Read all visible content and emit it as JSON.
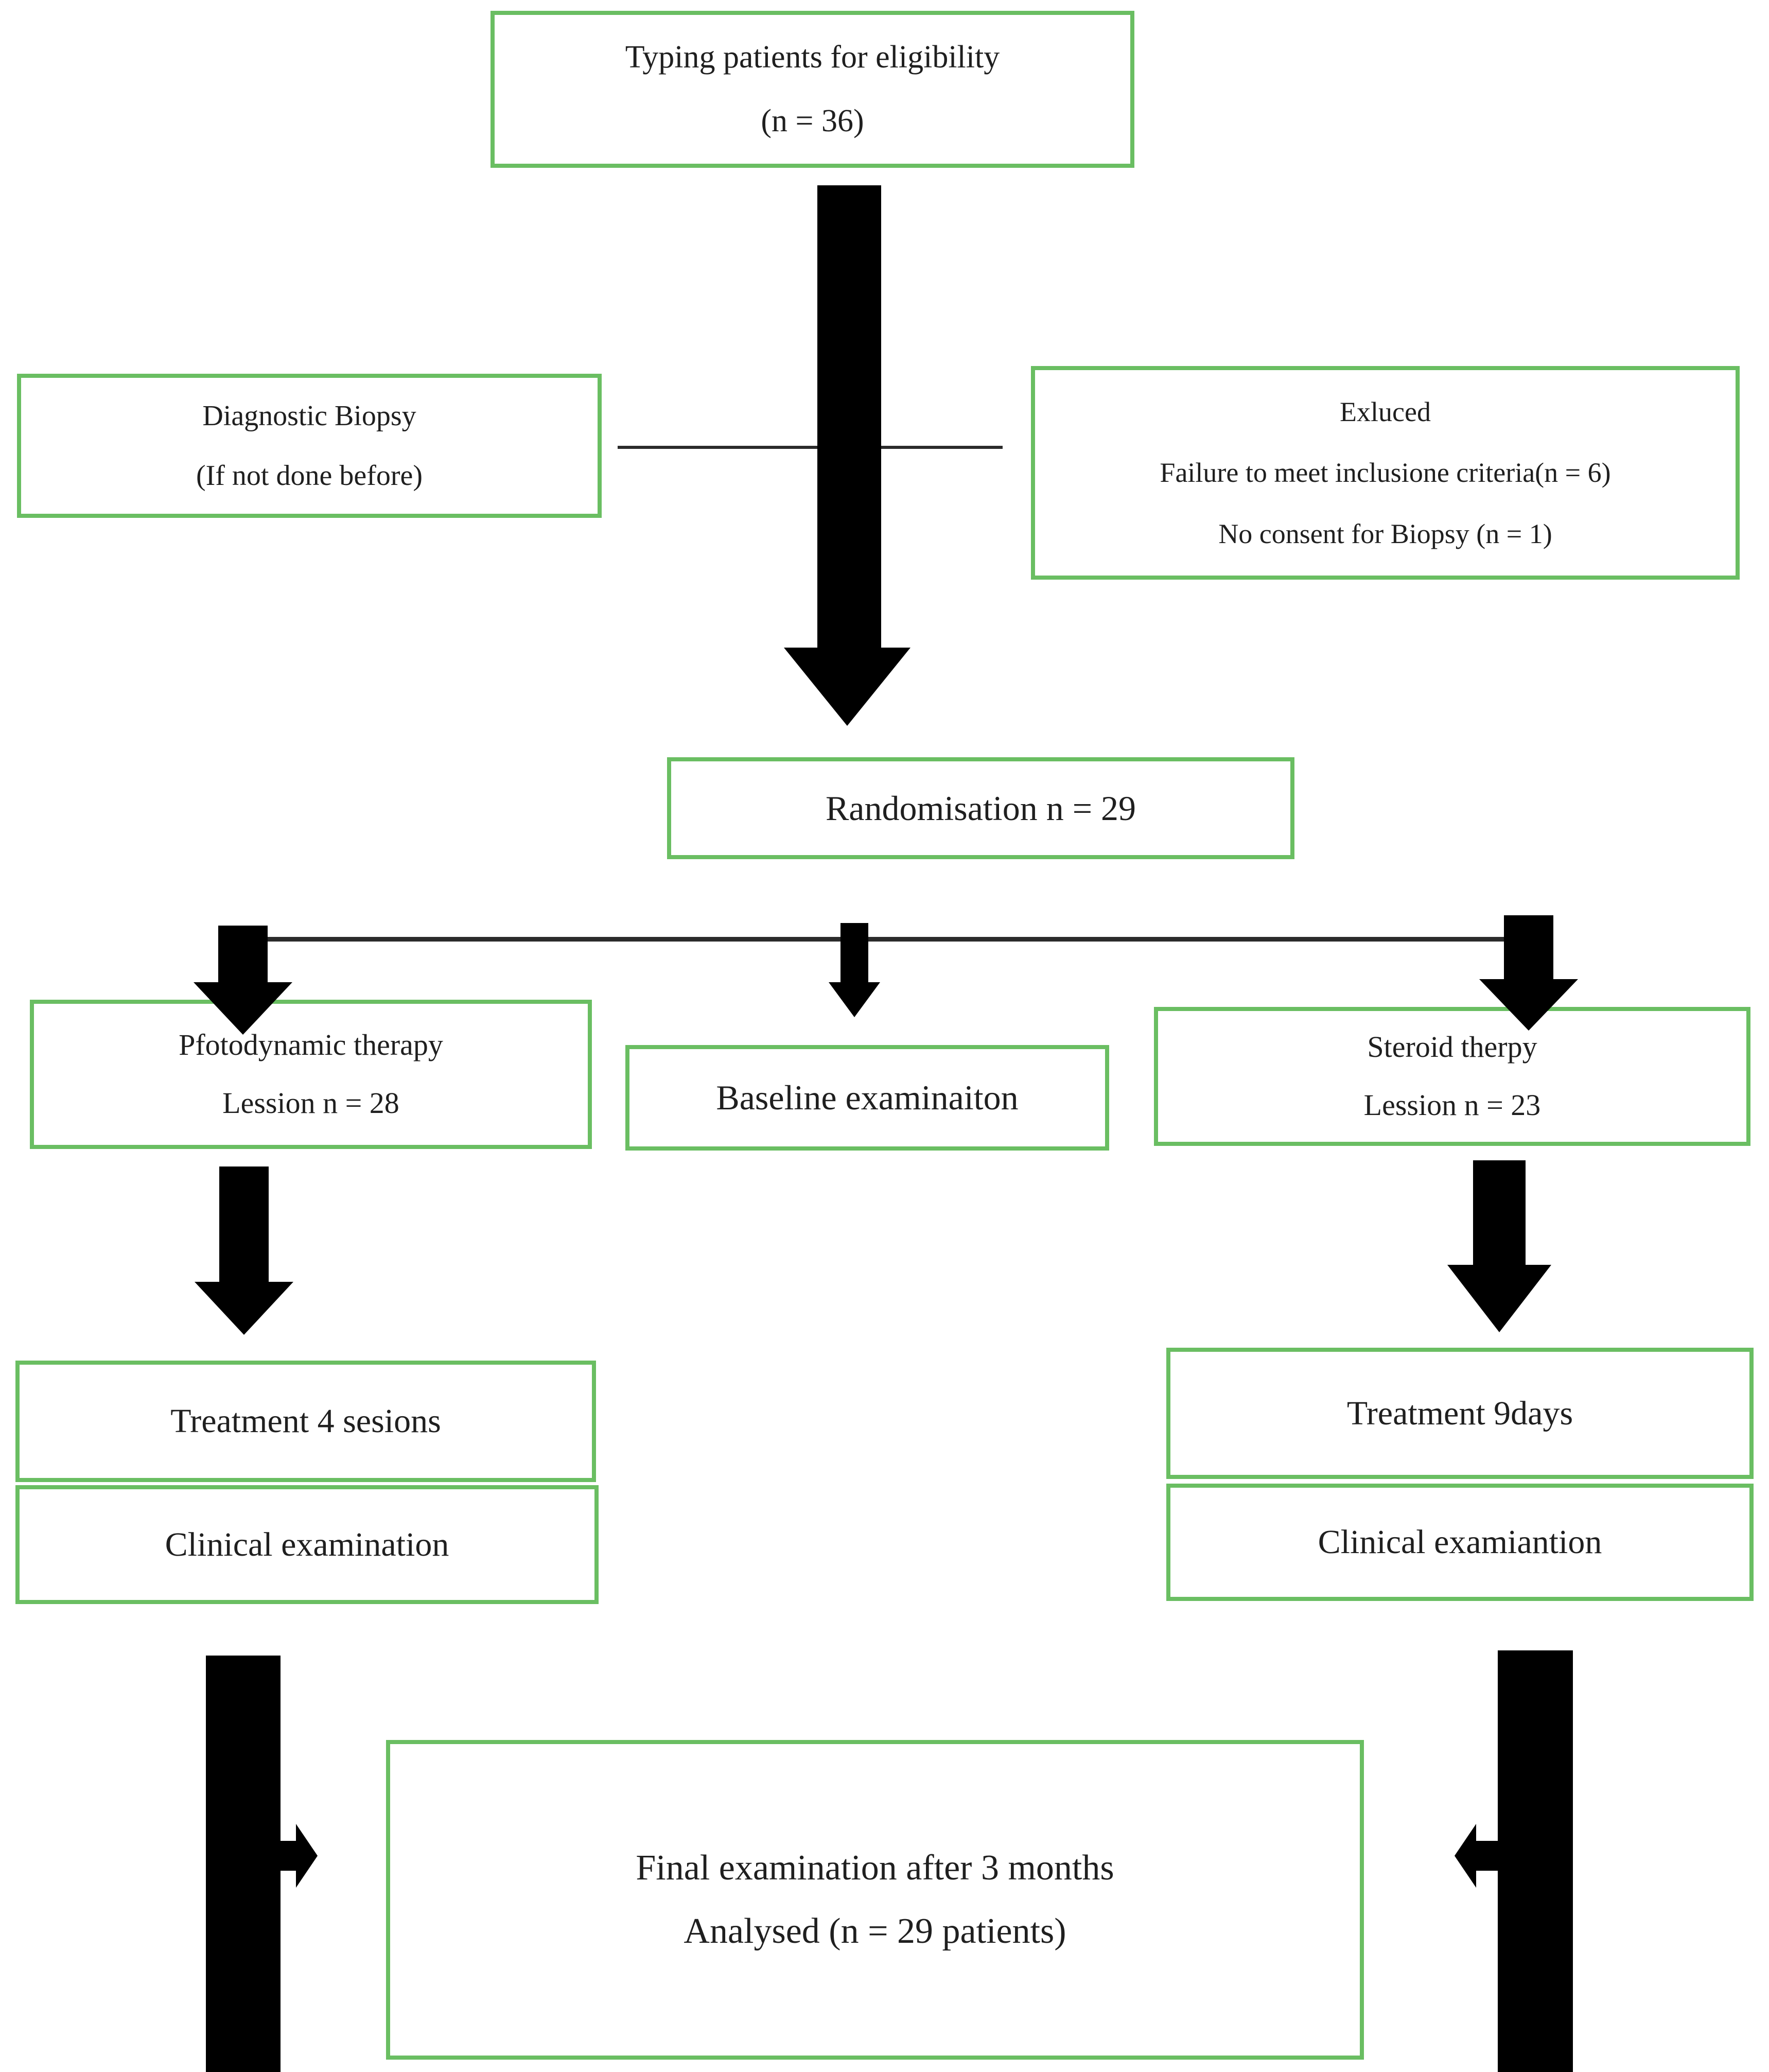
{
  "diagram": {
    "colors": {
      "box_border": "#6abe62",
      "arrow": "#000000",
      "line": "#2b2b2b",
      "text": "#1f1f1f",
      "background": "#ffffff"
    },
    "boxes": {
      "eligibility": {
        "line1": "Typing patients for eligibility",
        "line2": "(n = 36)"
      },
      "biopsy": {
        "line1": "Diagnostic Biopsy",
        "line2": "(If not done before)"
      },
      "excluded": {
        "line1": "Exluced",
        "line2": "Failure to meet inclusione criteria(n = 6)",
        "line3": "No consent for Biopsy (n = 1)"
      },
      "randomisation": {
        "line1": "Randomisation n = 29"
      },
      "photodynamic": {
        "line1": "Pfotodynamic therapy",
        "line2": "Lession n = 28"
      },
      "baseline": {
        "line1": "Baseline examinaiton"
      },
      "steroid": {
        "line1": "Steroid therpy",
        "line2": "Lession n = 23"
      },
      "photodynamic_treatment": {
        "line1": "Treatment 4 sesions"
      },
      "photodynamic_clinical": {
        "line1": "Clinical examination"
      },
      "steroid_treatment": {
        "line1": "Treatment 9days"
      },
      "steroid_clinical": {
        "line1": "Clinical examiantion"
      },
      "final": {
        "line1": "Final examination after 3 months",
        "line2": "Analysed (n = 29 patients)"
      }
    }
  }
}
